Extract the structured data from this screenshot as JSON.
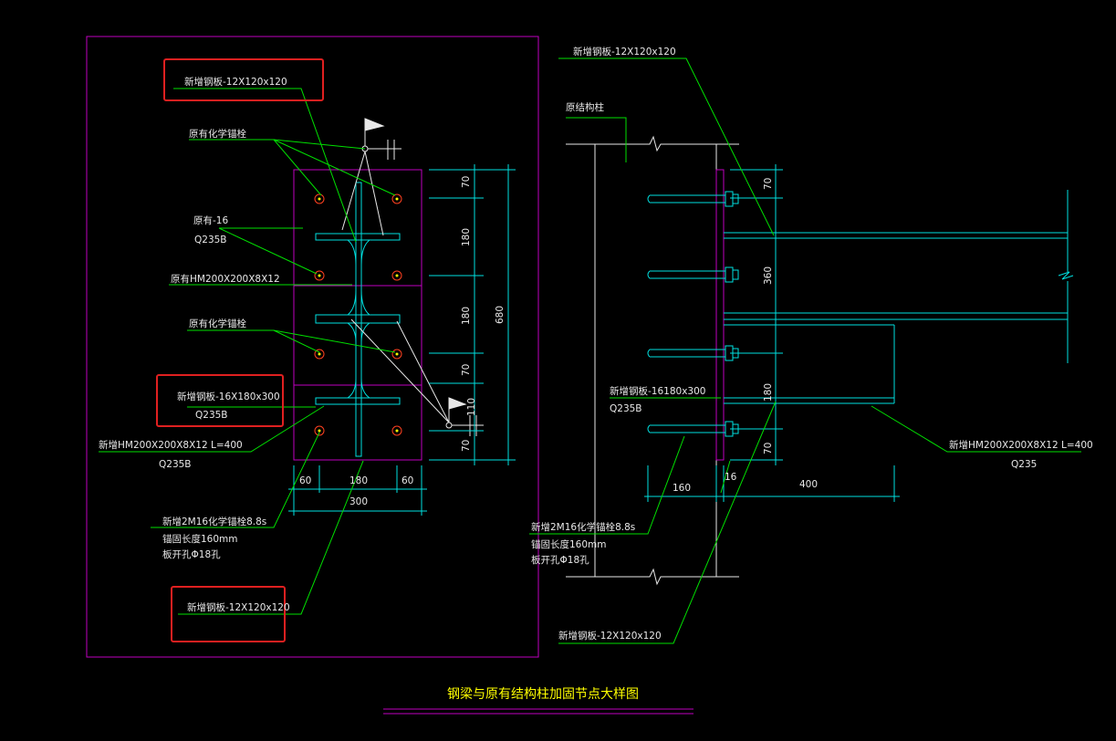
{
  "colors": {
    "background": "#000000",
    "frame": "#c000c0",
    "steel": "#00e0e0",
    "leader": "#00e000",
    "dimension": "#00e0e0",
    "highlight": "#e02020",
    "bolt": "#ff4020",
    "text": "#e8e8e8",
    "title": "#ffff00"
  },
  "title": "钢梁与原有结构柱加固节点大样图",
  "left_view": {
    "new_plate_top": "新增钢板-12X120x120",
    "chem_anchor_top": "原有化学锚栓",
    "orig_plate": "原有-16",
    "orig_plate_grade": "Q235B",
    "orig_beam": "原有HM200X200X8X12",
    "chem_anchor_mid": "原有化学锚栓",
    "new_plate_mid": "新增钢板-16X180x300",
    "new_plate_mid_grade": "Q235B",
    "new_beam": "新增HM200X200X8X12  L=400",
    "new_beam_grade": "Q235B",
    "new_anchor_1": "新增2M16化学锚栓8.8s",
    "new_anchor_2": "锚固长度160mm",
    "new_anchor_3": "板开孔Φ18孔",
    "new_plate_bottom": "新增钢板-12X120x120",
    "dims_right": [
      "70",
      "180",
      "180",
      "70",
      "110",
      "70"
    ],
    "dim_total": "680",
    "dims_bottom": [
      "60",
      "180",
      "60"
    ],
    "dim_bottom_total": "300"
  },
  "right_view": {
    "new_plate_top": "新增钢板-12X120x120",
    "orig_column": "原结构柱",
    "new_plate_mid": "新增钢板-16180x300",
    "new_plate_mid_grade": "Q235B",
    "new_beam": "新增HM200X200X8X12  L=400",
    "new_beam_grade": "Q235",
    "new_anchor_1": "新增2M16化学锚栓8.8s",
    "new_anchor_2": "锚固长度160mm",
    "new_anchor_3": "板开孔Φ18孔",
    "new_plate_bottom": "新增钢板-12X120x120",
    "dims_right": [
      "70",
      "360",
      "180",
      "70"
    ],
    "dims_bottom": [
      "160",
      "16",
      "400"
    ]
  }
}
